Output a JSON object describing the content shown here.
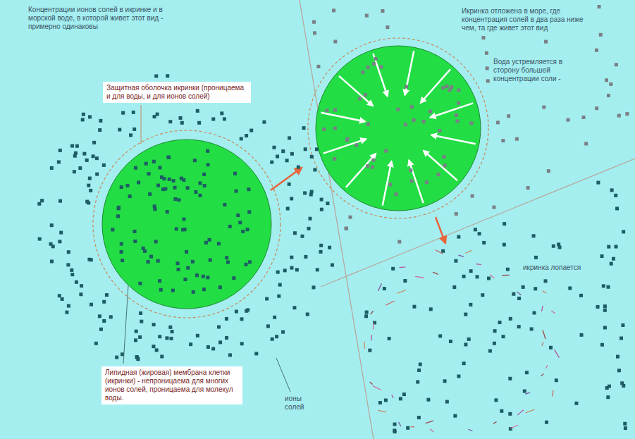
{
  "diagram": {
    "nodes": [
      {
        "text": [
          "Защитная оболочка икринки (проницаема и для воды, и для ионов солей)"
        ]
      },
      {
        "text": [
          "Липидная (жировая) мембрана клетки (икринки) - непроницаема для многих ионов солей, проницаема для молекул воды."
        ]
      }
    ],
    "labels": [
      "Концентрации ионов солей в икринке и в морской воде, в которой живет этот вид - примерно одинаковы",
      "ионы солей",
      "Икринка отложена в море, где концентрация солей в два раза ниже чем, та где живет этот вид",
      "Вода устремляется в сторону большей концентрации соли -",
      "икринка лопается"
    ]
  }
}
